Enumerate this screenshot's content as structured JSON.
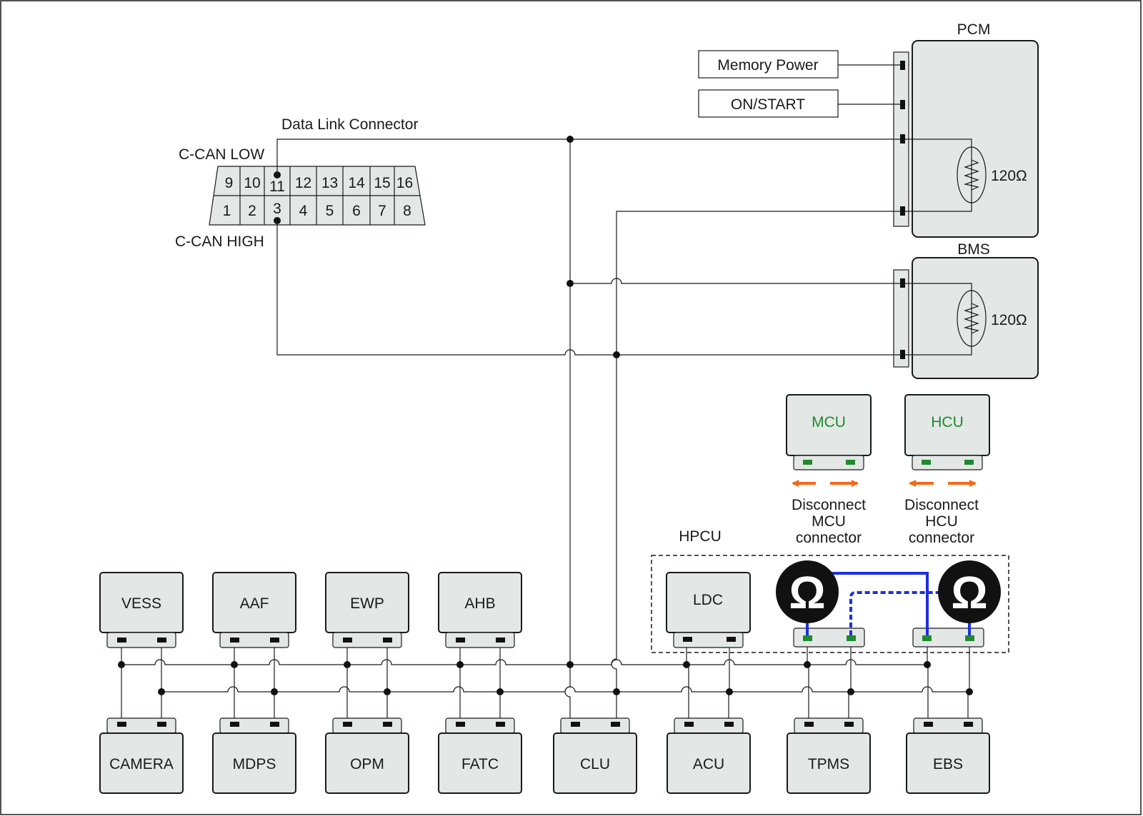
{
  "diagram": {
    "pcm_label": "PCM",
    "bms_label": "BMS",
    "memory_power": "Memory Power",
    "on_start": "ON/START",
    "data_link_connector": "Data Link Connector",
    "c_can_low": "C-CAN LOW",
    "c_can_high": "C-CAN HIGH",
    "pcm_resistor": "120Ω",
    "bms_resistor": "120Ω",
    "dlc_top_pins": [
      "9",
      "10",
      "11",
      "12",
      "13",
      "14",
      "15",
      "16"
    ],
    "dlc_bottom_pins": [
      "1",
      "2",
      "3",
      "4",
      "5",
      "6",
      "7",
      "8"
    ],
    "mcu": "MCU",
    "hcu": "HCU",
    "disconnect_mcu": [
      "Disconnect",
      "MCU",
      "connector"
    ],
    "disconnect_hcu": [
      "Disconnect",
      "HCU",
      "connector"
    ],
    "hpcu": "HPCU",
    "ldc": "LDC",
    "ohm_symbol": "Ω",
    "upper_modules": [
      "VESS",
      "AAF",
      "EWP",
      "AHB"
    ],
    "lower_modules": [
      "CAMERA",
      "MDPS",
      "OPM",
      "FATC",
      "CLU",
      "ACU",
      "TPMS",
      "EBS"
    ],
    "colors": {
      "module_fill": "#e3e8e6",
      "green": "#1f8a2e",
      "orange": "#f26a1b",
      "blue": "#1c2fe0"
    }
  }
}
